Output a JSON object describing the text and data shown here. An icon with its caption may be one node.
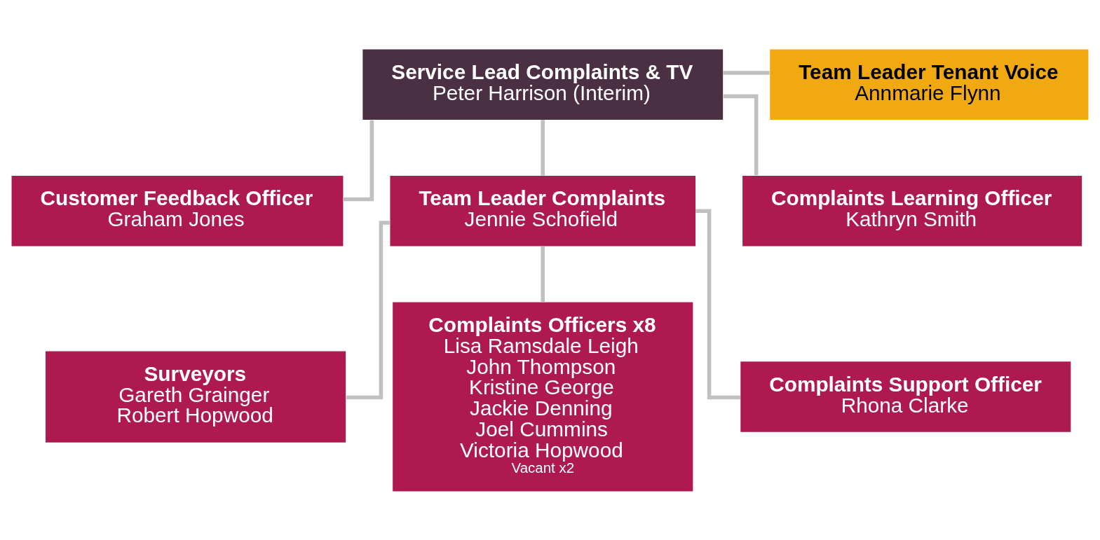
{
  "diagram": {
    "nodes": [
      {
        "text": [
          "Service Lead Complaints & TV",
          "Peter Harrison (Interim)"
        ]
      },
      {
        "text": [
          "Team Leader Tenant Voice",
          "Annmarie Flynn"
        ]
      },
      {
        "text": [
          "Customer Feedback Officer",
          "Graham Jones"
        ]
      },
      {
        "text": [
          "Team Leader Complaints",
          "Jennie Schofield"
        ]
      },
      {
        "text": [
          "Complaints Learning Officer",
          "Kathryn Smith"
        ]
      },
      {
        "text": [
          "Surveyors",
          "Gareth Grainger",
          "Robert Hopwood"
        ]
      },
      {
        "text": [
          "Complaints Officers x8",
          "Lisa Ramsdale Leigh",
          "John Thompson",
          "Kristine George",
          "Jackie Denning",
          "Joel Cummins",
          "Victoria Hopwood",
          "Vacant x2"
        ]
      },
      {
        "text": [
          "Complaints Support Officer",
          "Rhona Clarke"
        ]
      }
    ],
    "edges": [
      {
        "from": 0,
        "to": 1,
        "arrow": "none"
      },
      {
        "from": 0,
        "to": 2,
        "arrow": "none"
      },
      {
        "from": 0,
        "to": 3,
        "arrow": "none"
      },
      {
        "from": 0,
        "to": 4,
        "arrow": "none"
      },
      {
        "from": 3,
        "to": 5,
        "arrow": "none"
      },
      {
        "from": 3,
        "to": 6,
        "arrow": "none"
      },
      {
        "from": 3,
        "to": 7,
        "arrow": "none"
      }
    ]
  }
}
